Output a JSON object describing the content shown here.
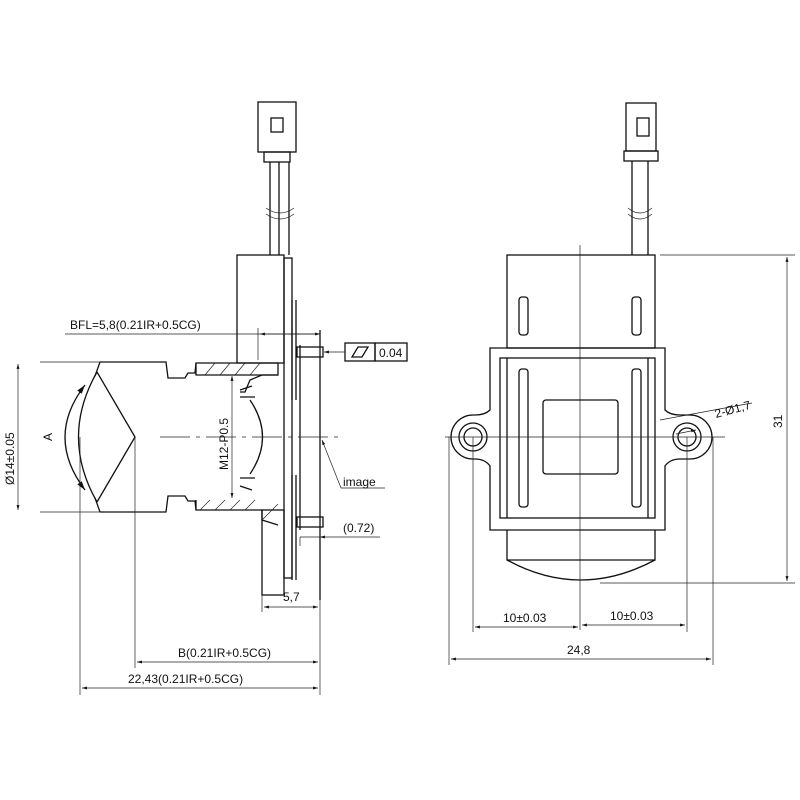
{
  "left_view": {
    "bfl": "BFL=5,8(0.21IR+0.5CG)",
    "flatness_value": "0.04",
    "diameter": "Ø14±0.05",
    "angle_label": "A",
    "thread": "M12-P0.5",
    "image_label": "image",
    "offset": "(0.72)",
    "holder_depth": "5,7",
    "b_dim": "B(0.21IR+0.5CG)",
    "total_length": "22,43(0.21IR+0.5CG)"
  },
  "right_view": {
    "holes": "2-Ø1,7",
    "height": "31",
    "pitch_left": "10±0.03",
    "pitch_right": "10±0.03",
    "width": "24,8"
  }
}
